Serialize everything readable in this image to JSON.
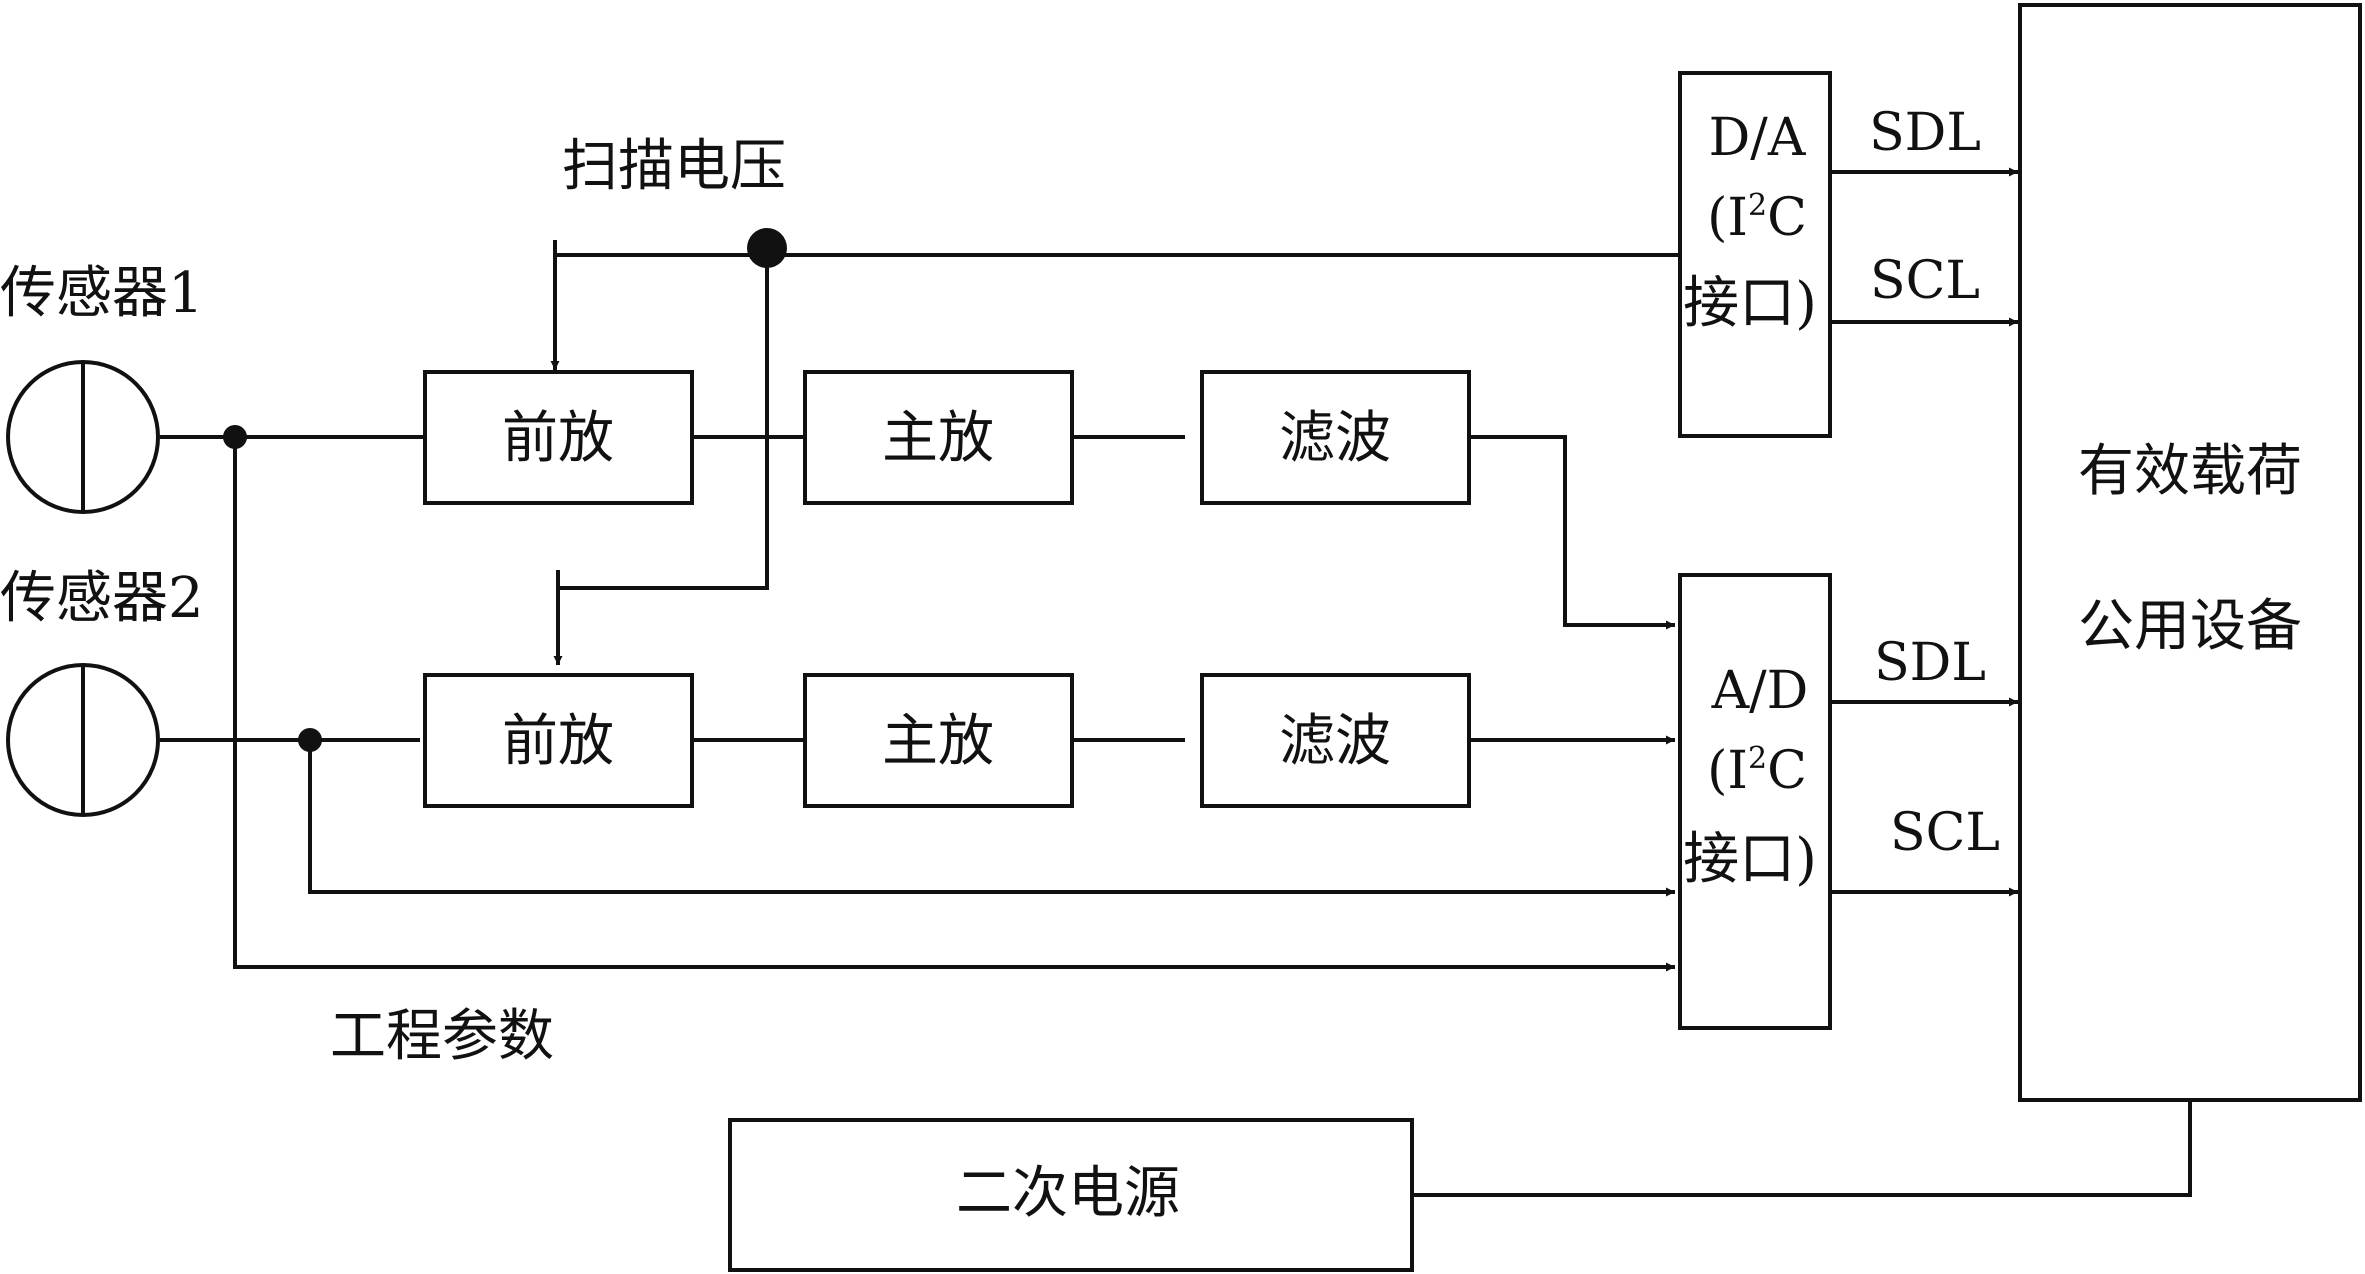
{
  "labels": {
    "sensor1": "传感器1",
    "sensor2": "传感器2",
    "scan_voltage": "扫描电压",
    "engineering_params": "工程参数"
  },
  "blocks": {
    "preamp": "前放",
    "main_amp": "主放",
    "filter": "滤波",
    "power": "二次电源"
  },
  "da": {
    "line1": "D/A",
    "line2_pre": "(I",
    "line2_sup": "2",
    "line2_post": "C",
    "line3": "接口)"
  },
  "ad": {
    "line1": "A/D",
    "line2_pre": "(I",
    "line2_sup": "2",
    "line2_post": "C",
    "line3": "接口)"
  },
  "bus": {
    "sdl": "SDL",
    "scl": "SCL"
  },
  "payload": {
    "line1": "有效载荷",
    "line2": "公用设备"
  },
  "colors": {
    "stroke": "#111111",
    "background": "#ffffff"
  }
}
